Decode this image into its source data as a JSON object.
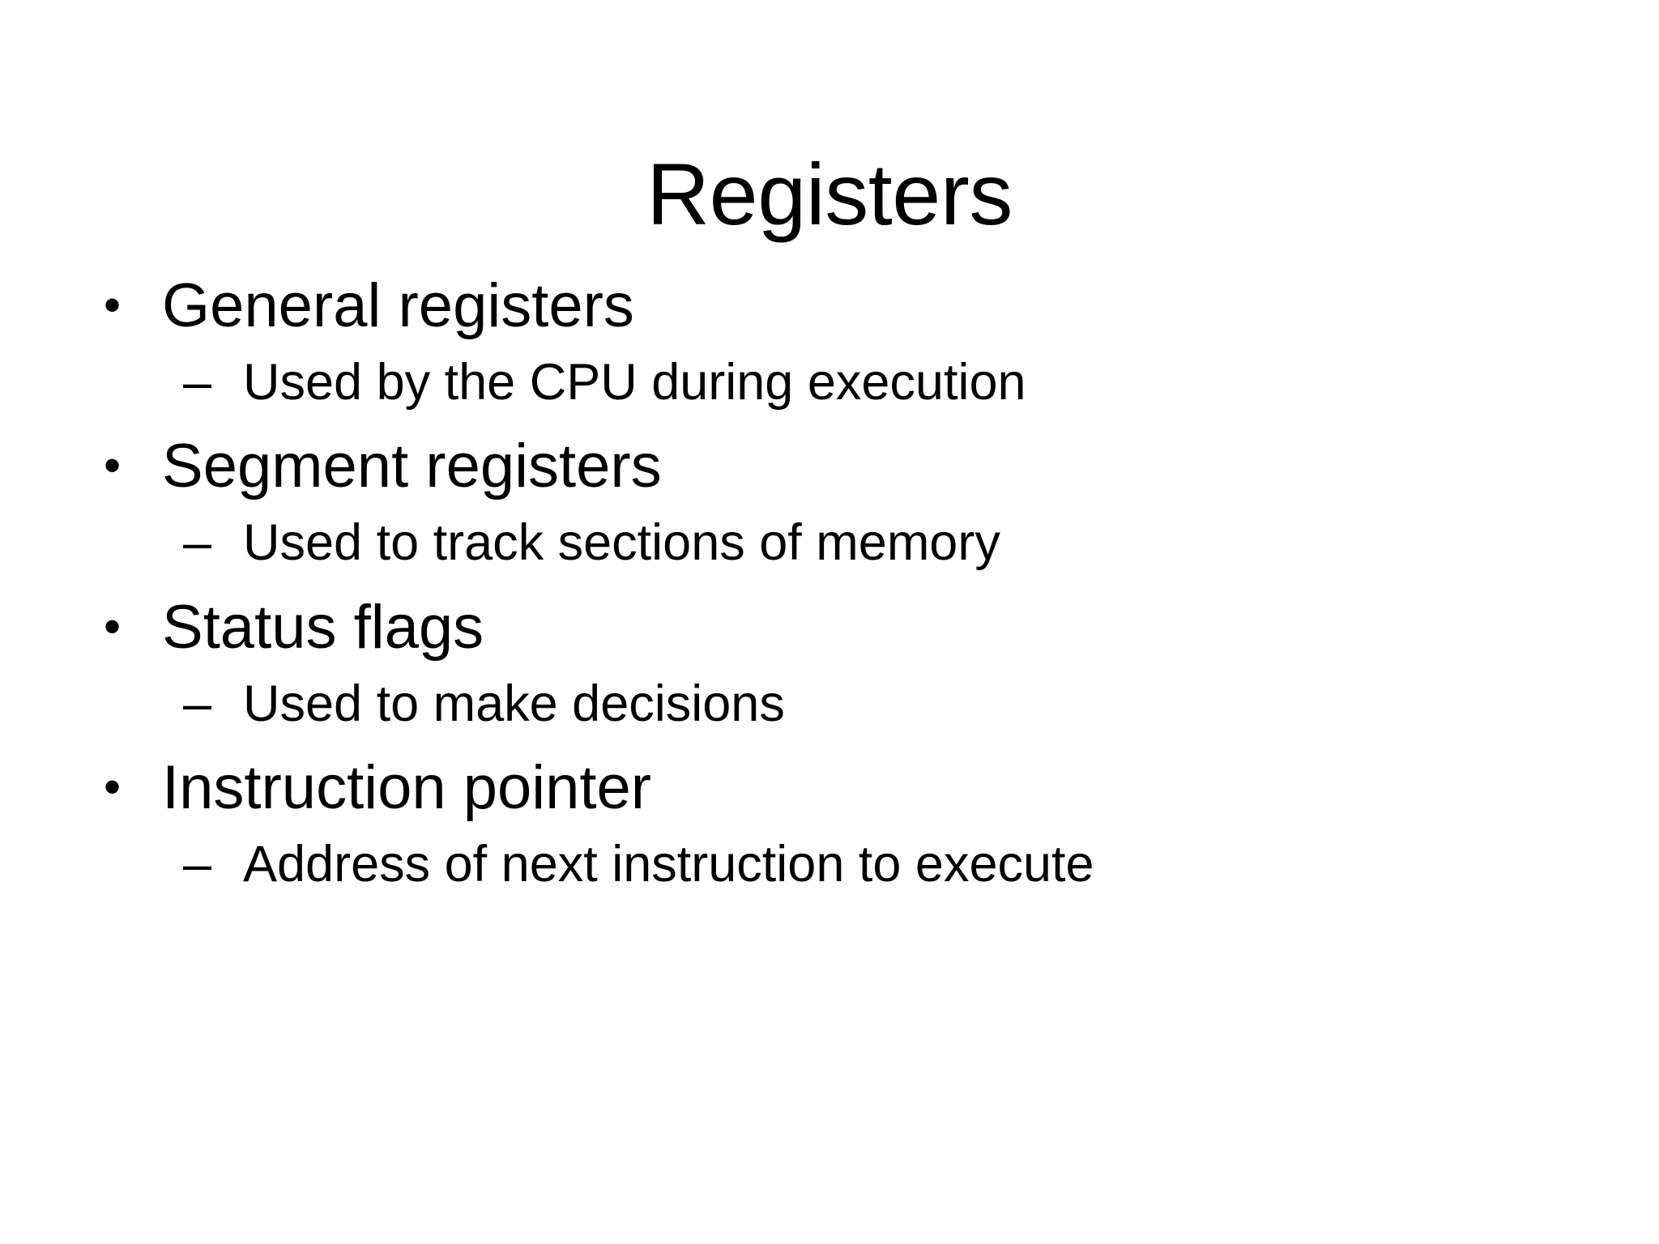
{
  "slide": {
    "title": "Registers",
    "background_color": "#FFFFFF",
    "text_color": "#000000",
    "markers": {
      "level_1": "•",
      "level_2": "–"
    },
    "groups": [
      {
        "heading": "General registers",
        "detail": "Used by the CPU during execution"
      },
      {
        "heading": "Segment registers",
        "detail": "Used to track sections of memory"
      },
      {
        "heading": "Status flags",
        "detail": "Used to make decisions"
      },
      {
        "heading": "Instruction pointer",
        "detail": "Address of next instruction to execute"
      }
    ]
  }
}
